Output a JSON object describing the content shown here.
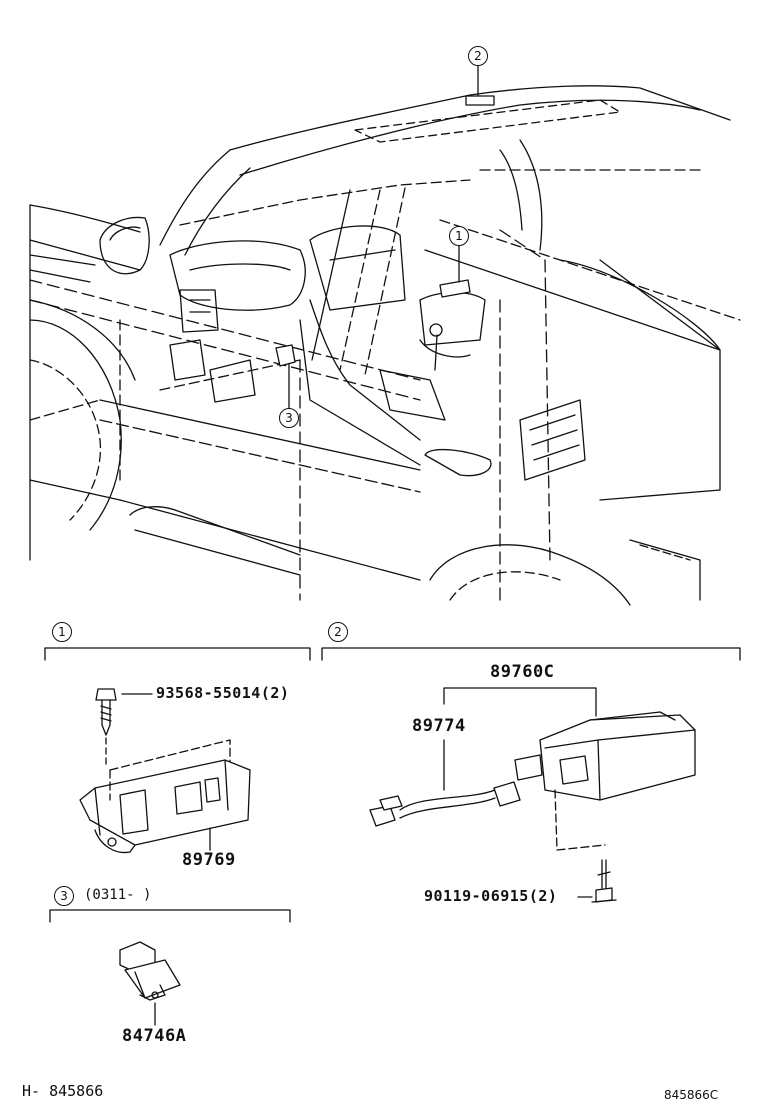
{
  "callouts": {
    "c1": "1",
    "c2": "2",
    "c3": "3"
  },
  "sections": {
    "s1_marker": "1",
    "s2_marker": "2",
    "s3_marker": "3",
    "s3_range": "(0311-       )"
  },
  "parts": {
    "screw_a": "93568-55014(2)",
    "module_a": "89769",
    "assy": "89760C",
    "harness": "89774",
    "bolt_b": "90119-06915(2)",
    "switch": "84746A"
  },
  "footer": {
    "left_ref": "H- 845866",
    "right_ref": "845866C"
  },
  "colors": {
    "ink": "#111111",
    "paper": "#ffffff"
  }
}
